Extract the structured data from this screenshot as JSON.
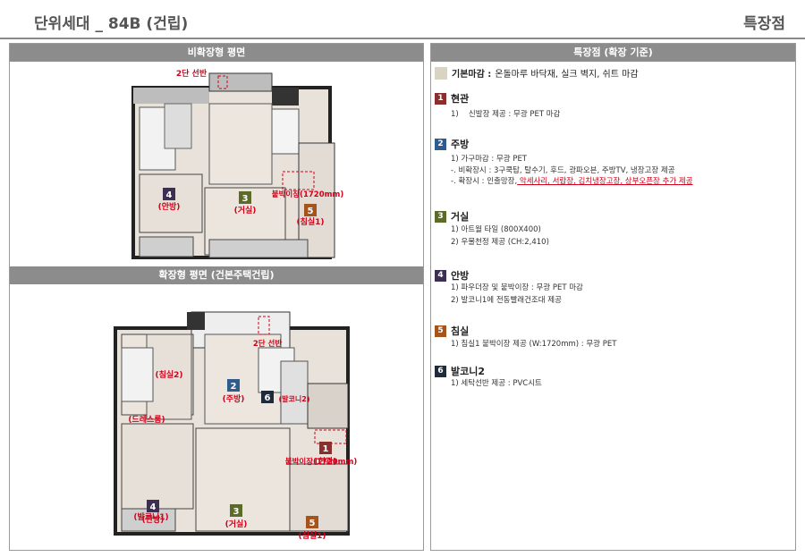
{
  "header": {
    "title": "단위세대 _ 84B (건립)",
    "right": "특장점"
  },
  "left": {
    "top_heading": "비확장형 평면",
    "bottom_heading": "확장형 평면 (건본주택건립)",
    "top_plan": {
      "shelf_label": "2단 선반",
      "rooms": [
        {
          "num": "4",
          "name": "(안방)"
        },
        {
          "num": "3",
          "name": "(거실)"
        },
        {
          "num": "5",
          "name": "(침실1)"
        }
      ],
      "closet_label": "붙박이장(1720mm)"
    },
    "bottom_plan": {
      "rooms": [
        {
          "num": "2",
          "name": "(주방)"
        },
        {
          "num": "6",
          "name": "(발코니2)"
        },
        {
          "num": "1",
          "name": "(현관)"
        },
        {
          "num": "4",
          "name": "(안방)"
        },
        {
          "num": "3",
          "name": "(거실)"
        },
        {
          "num": "5",
          "name": "(침실1)"
        }
      ],
      "room_labels": {
        "bed2": "(침실2)",
        "dress": "(드레스룸)",
        "balcony1": "(발코니1)"
      },
      "shelf_label": "2단 선반",
      "closet_label": "붙박이장(1720mm)"
    }
  },
  "right": {
    "heading": "특장점 (확장 기준)",
    "basic": {
      "label": "기본마감 :",
      "text": "온돌마루 바닥재, 실크 벽지, 쉬트 마감"
    },
    "sections": [
      {
        "num": "1",
        "color": "#8b2e2e",
        "title": "현관",
        "lines": [
          "1)　 신발장 제공 : 무광 PET 마감"
        ]
      },
      {
        "num": "2",
        "color": "#2f5b8f",
        "title": "주방",
        "lines": [
          "1) 가구마감 : 무광 PET",
          "-. 비확장시 : 3구쿡탑, 탈수기, 후드, 광파오븐, 주방TV, 냉장고장 제공",
          "-. 확장시 : 인출망장,"
        ],
        "red_tail": " 악세사리, 서랍장, 김치냉장고장, 상부오픈장 추가 제공"
      },
      {
        "num": "3",
        "color": "#5c6b2a",
        "title": "거실",
        "lines": [
          "1) 아트월 타일 (800X400)",
          "2) 우물천정 제공 (CH:2,410)"
        ]
      },
      {
        "num": "4",
        "color": "#3d2f52",
        "title": "안방",
        "lines": [
          "1) 파우더장 및 붙박이장 : 무광 PET 마감",
          "2) 발코니1에 전동빨래건조대 제공"
        ]
      },
      {
        "num": "5",
        "color": "#a5541c",
        "title": "침실",
        "lines": [
          "1) 침실1 붙박이장 제공 (W:1720mm) : 무광 PET"
        ]
      },
      {
        "num": "6",
        "color": "#1f2a3a",
        "title": "발코니2",
        "lines": [
          "1) 세탁선반 제공 : PVC시트"
        ]
      }
    ]
  }
}
